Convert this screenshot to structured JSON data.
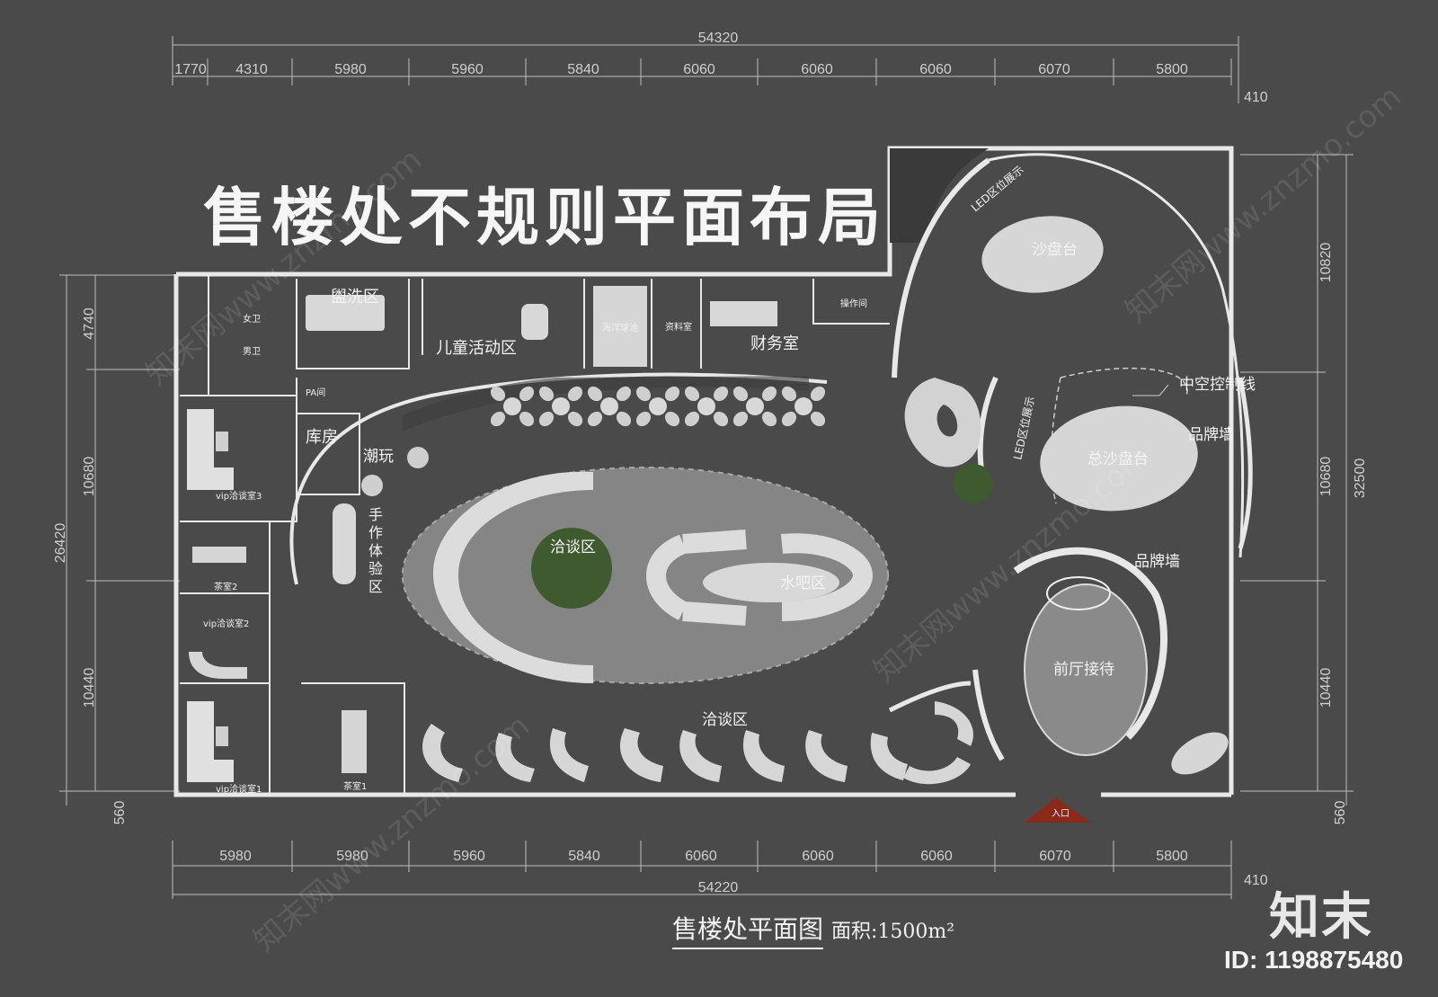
{
  "title": "售楼处不规则平面布局",
  "subtitle": "售楼处平面图",
  "area": "面积:1500m²",
  "brand": "知末",
  "image_id": "ID: 1198875480",
  "watermark": "知末网www.znzmo.com",
  "entrance": "入口",
  "dimensions": {
    "top_total": "54320",
    "top_segments": [
      "1770",
      "4310",
      "5980",
      "5960",
      "5840",
      "6060",
      "6060",
      "6060",
      "6070",
      "5800"
    ],
    "top_extra": "410",
    "bottom_segments": [
      "5980",
      "5980",
      "5960",
      "5840",
      "6060",
      "6060",
      "6060",
      "6070",
      "5800"
    ],
    "bottom_total": "54220",
    "bottom_extra": "410",
    "left_segments": [
      "4740",
      "10680",
      "10440"
    ],
    "left_total": "26420",
    "left_bottom": "560",
    "right_segments": [
      "10820",
      "10680",
      "10440"
    ],
    "right_total": "32500",
    "right_bottom": "560"
  },
  "rooms": {
    "washroom": "盥洗区",
    "female_wc": "女卫",
    "male_wc": "男卫",
    "pa_room": "PA间",
    "kids_area": "儿童活动区",
    "ball_pool": "海洋球池",
    "archive": "资料室",
    "finance": "财务室",
    "control_room": "操作间",
    "storage": "库房",
    "trend_toys": "潮玩",
    "handcraft": [
      "手",
      "作",
      "体",
      "验",
      "区"
    ],
    "vip3": "vip洽谈室3",
    "tea2": "茶室2",
    "vip2": "vip洽谈室2",
    "vip1": "vip洽谈室1",
    "tea1": "茶室1",
    "negotiation_inner": "洽谈区",
    "water_bar": "水吧区",
    "negotiation_outer": "洽谈区",
    "sand_table": "沙盘台",
    "led_top": "LED区位展示",
    "led_mid": "LED区位展示",
    "master_sand_table": "总沙盘台",
    "atrium_line": "中空控制线",
    "brand_wall_1": "品牌墙",
    "brand_wall_2": "品牌墙",
    "reception": "前厅接待"
  },
  "colors": {
    "background": "#4a4a4a",
    "wall": "#e6e6e6",
    "floor_oval": "#858585",
    "entrance": "#8a2a1a",
    "furniture": "#d8d8d8"
  }
}
